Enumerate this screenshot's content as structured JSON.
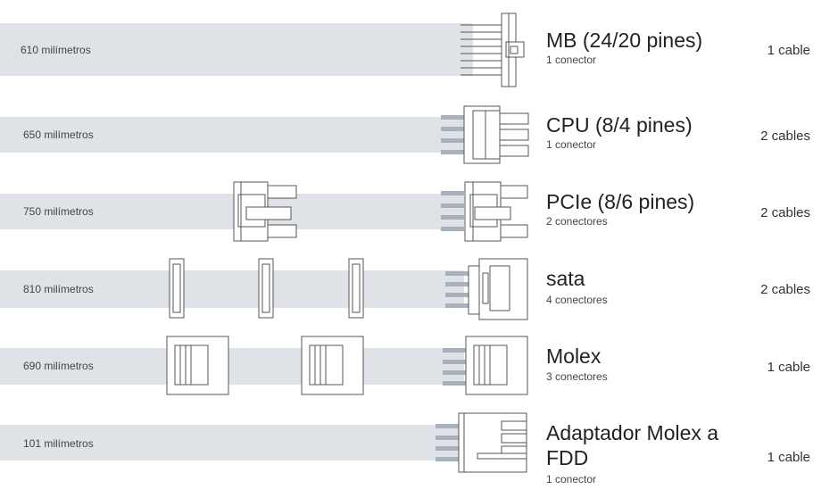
{
  "cables": [
    {
      "length": "610 milímetros",
      "title": "MB (24/20 pines)",
      "connectors": "1 conector",
      "count": "1 cable"
    },
    {
      "length": "650 milímetros",
      "title": "CPU (8/4 pines)",
      "connectors": "1 conector",
      "count": "2 cables"
    },
    {
      "length": "750 milímetros",
      "title": "PCIe (8/6 pines)",
      "connectors": "2 conectores",
      "count": "2 cables"
    },
    {
      "length": "810 milímetros",
      "title": "sata",
      "connectors": "4 conectores",
      "count": "2 cables"
    },
    {
      "length": "690 milímetros",
      "title": "Molex",
      "connectors": "3 conectores",
      "count": "1 cable"
    },
    {
      "length": "101 milímetros",
      "title": "Adaptador Molex a FDD",
      "connectors": "1 conector",
      "count": "1 cable"
    }
  ],
  "colors": {
    "band": "#dfe3e8",
    "pin": "#a9b1ba",
    "outline": "#555555"
  }
}
